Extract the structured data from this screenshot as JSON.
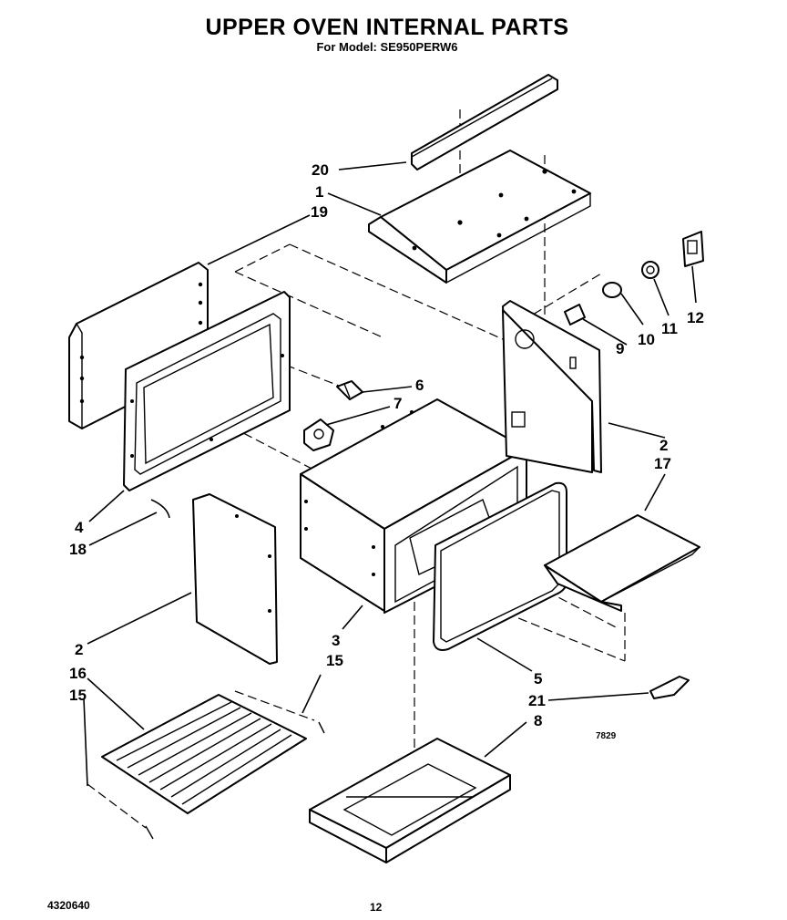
{
  "header": {
    "title": "UPPER OVEN INTERNAL PARTS",
    "subtitle": "For Model: SE950PERW6"
  },
  "callouts": {
    "c1": "1",
    "c2a": "2",
    "c2b": "2",
    "c3": "3",
    "c4": "4",
    "c5": "5",
    "c6": "6",
    "c7": "7",
    "c8": "8",
    "c9": "9",
    "c10": "10",
    "c11": "11",
    "c12": "12",
    "c15a": "15",
    "c15b": "15",
    "c16": "16",
    "c17": "17",
    "c18": "18",
    "c19": "19",
    "c20": "20",
    "c21": "21"
  },
  "drawing_code": "7829",
  "footer": {
    "doc_number": "4320640",
    "page_number": "12"
  }
}
